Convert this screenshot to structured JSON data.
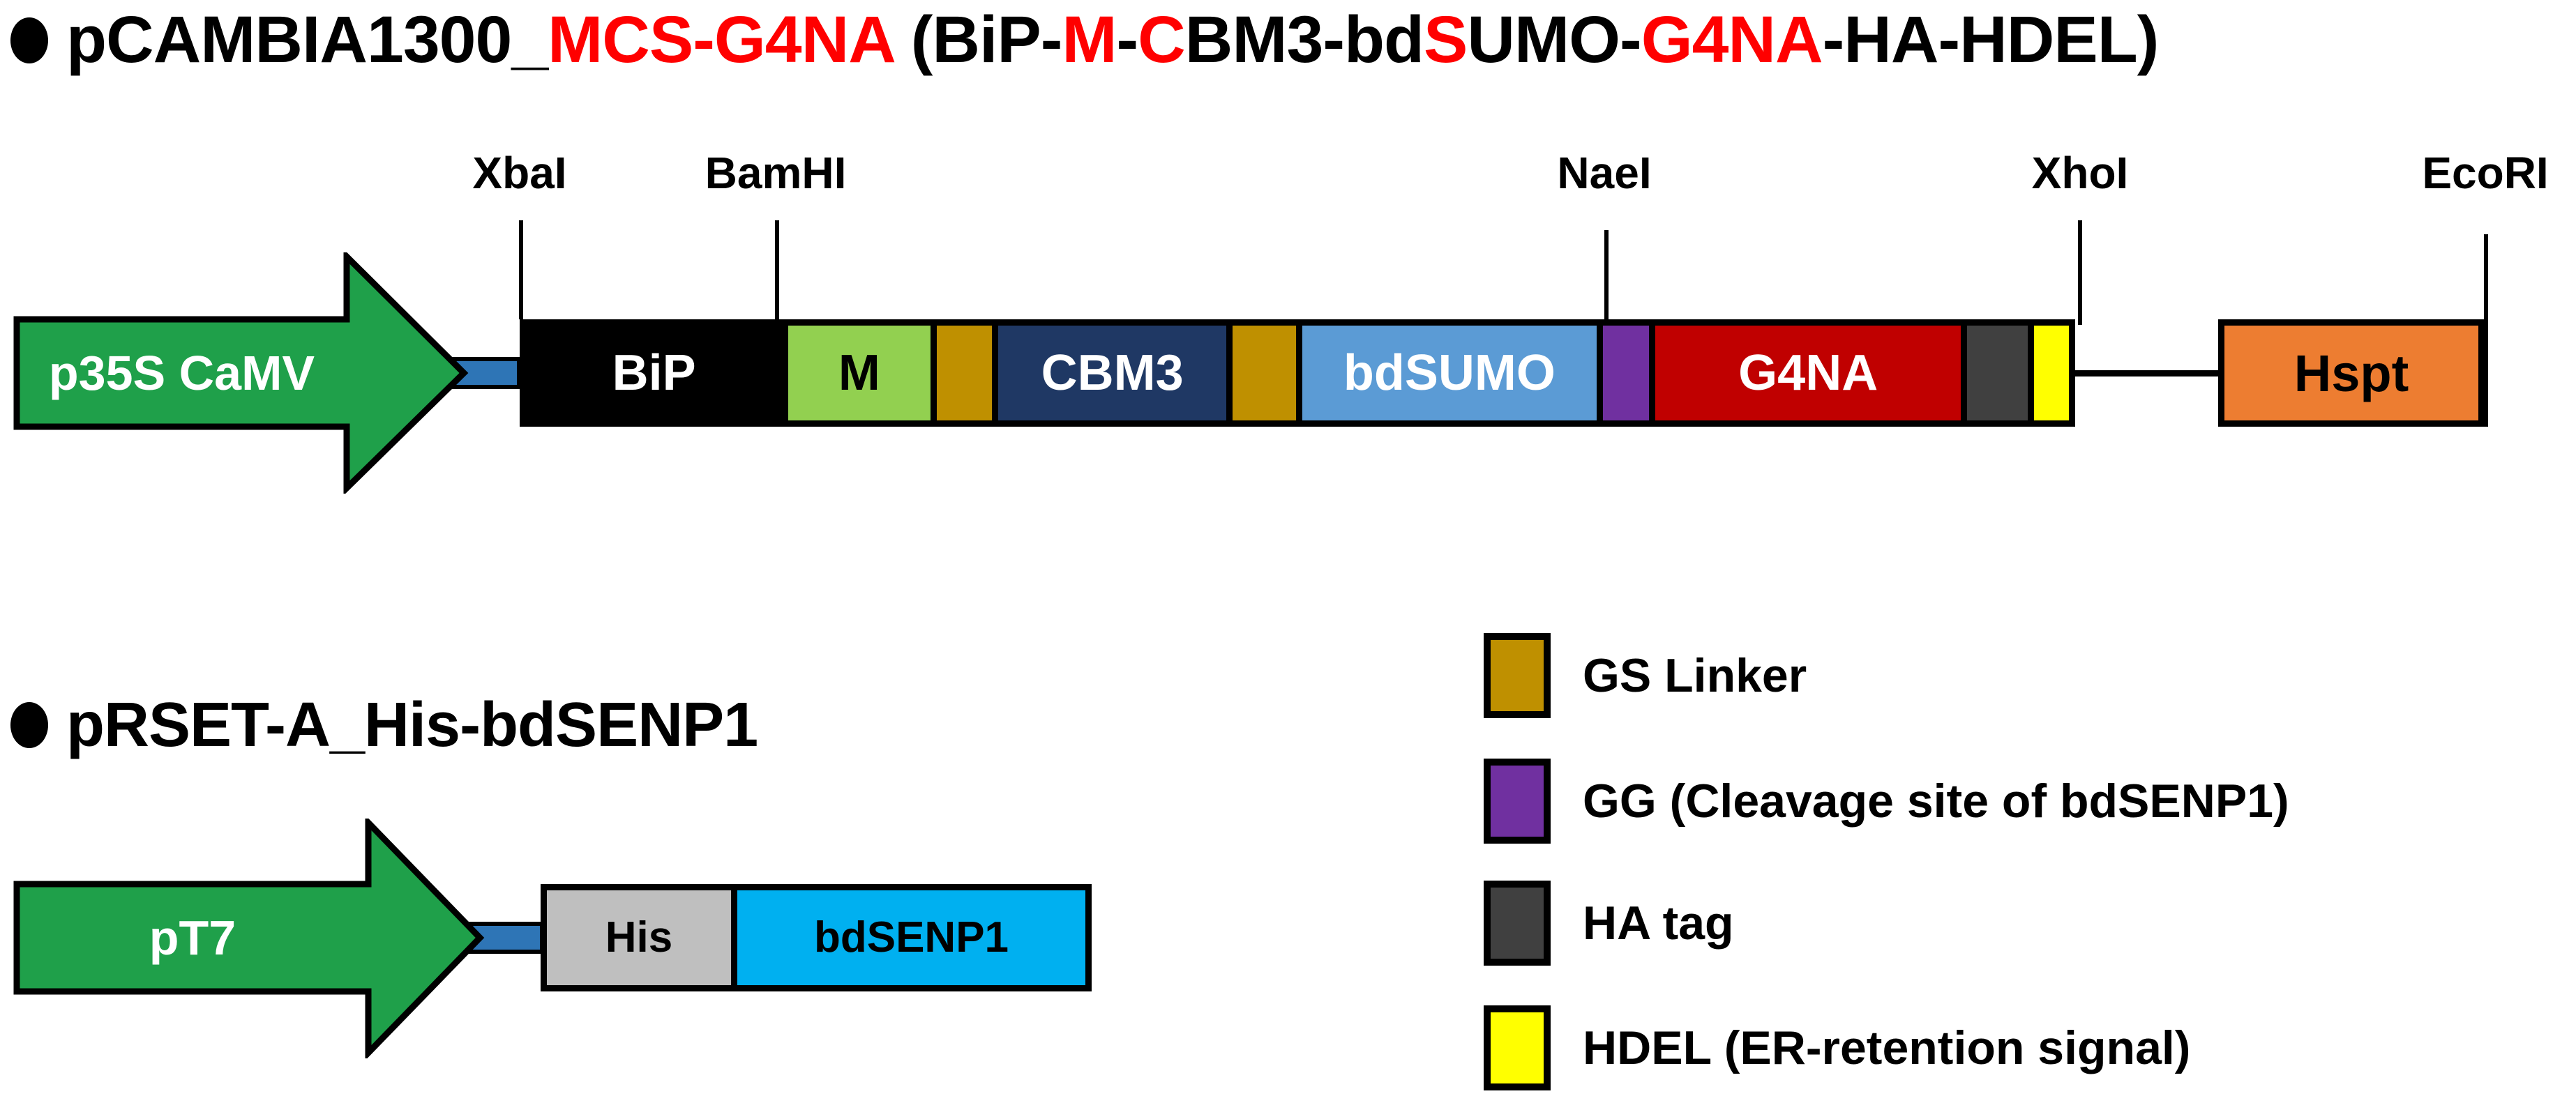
{
  "colors": {
    "highlight_red": "#FF0000",
    "promoter_green": "#1FA04A",
    "connector_blue": "#2E75B6",
    "bip_black": "#000000",
    "m_green": "#92D050",
    "gs_linker_gold": "#BF9000",
    "cbm3_navy": "#1F3864",
    "bdsumo_blue": "#5B9BD5",
    "gg_purple": "#7030A0",
    "g4na_red": "#C00000",
    "ha_gray": "#404040",
    "hdel_yellow": "#FFFF00",
    "hspt_orange": "#ED7D31",
    "his_gray": "#BFBFBF",
    "bdsenp1_cyan": "#00B0F0"
  },
  "construct1": {
    "title_parts": [
      {
        "text": "pCAMBIA1300_",
        "red": false
      },
      {
        "text": "MCS-G4NA",
        "red": true
      },
      {
        "text": " (BiP-",
        "red": false
      },
      {
        "text": "M",
        "red": true
      },
      {
        "text": "-",
        "red": false
      },
      {
        "text": "C",
        "red": true
      },
      {
        "text": "BM3-bd",
        "red": false
      },
      {
        "text": "S",
        "red": true
      },
      {
        "text": "UMO-",
        "red": false
      },
      {
        "text": "G4NA",
        "red": true
      },
      {
        "text": "-HA-HDEL)",
        "red": false
      }
    ],
    "restriction_sites": [
      "XbaI",
      "BamHI",
      "NaeI",
      "XhoI",
      "EcoRI"
    ],
    "promoter_label": "p35S CaMV",
    "segments": {
      "bip": "BiP",
      "m": "M",
      "cbm3": "CBM3",
      "bdsumo": "bdSUMO",
      "g4na": "G4NA"
    },
    "terminator_label": "Hspt"
  },
  "construct2": {
    "title": "pRSET-A_His-bdSENP1",
    "promoter_label": "pT7",
    "his_label": "His",
    "bdsenp1_label": "bdSENP1"
  },
  "legend": {
    "items": [
      {
        "name": "gs-linker",
        "label": "GS Linker"
      },
      {
        "name": "gg-cleavage-site",
        "label": "GG (Cleavage site of bdSENP1)"
      },
      {
        "name": "ha-tag",
        "label": "HA tag"
      },
      {
        "name": "hdel",
        "label": "HDEL (ER-retention signal)"
      }
    ]
  }
}
